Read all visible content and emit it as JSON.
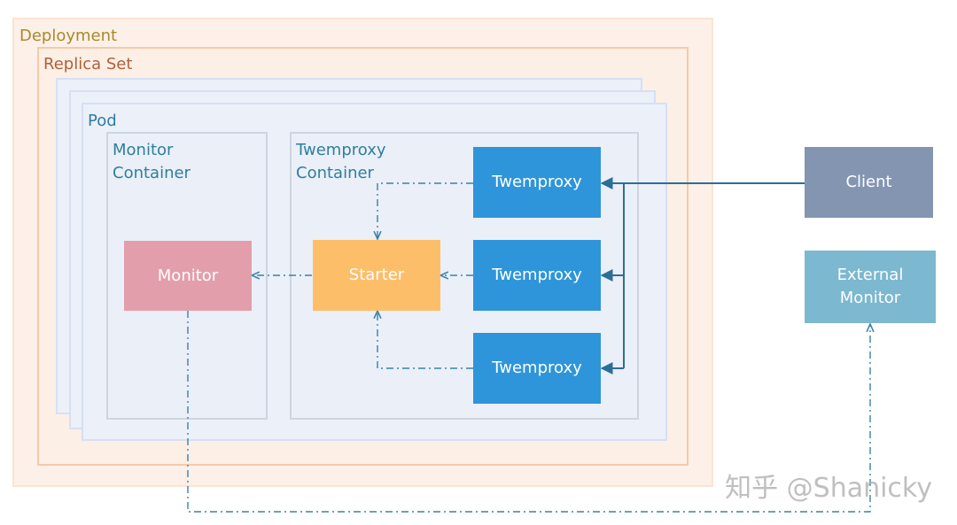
{
  "diagram": {
    "deployment": {
      "label": "Deployment"
    },
    "replica_set": {
      "label": "Replica Set"
    },
    "pod": {
      "label": "Pod"
    },
    "monitor_container": {
      "label": "Monitor\nContainer"
    },
    "twemproxy_container": {
      "label": "Twemproxy\nContainer"
    },
    "nodes": {
      "monitor": "Monitor",
      "starter": "Starter",
      "twemproxy_1": "Twemproxy",
      "twemproxy_2": "Twemproxy",
      "twemproxy_3": "Twemproxy",
      "client": "Client",
      "external_monitor": "External\nMonitor"
    },
    "watermark": "知乎 @Shanicky"
  },
  "colors": {
    "deployment_fill": "#fdf0e8",
    "deployment_border": "#fbe3d2",
    "deployment_text": "#a9892b",
    "replica_fill": "#fcefe6",
    "replica_border": "#f6c9a9",
    "replica_text": "#b0603a",
    "pod_fill": "#ecf0f9",
    "pod_border": "#d6e0f3",
    "pod_text": "#2e7ca1",
    "container_fill": "#ebeff8",
    "container_border": "#cdd5e1",
    "container_text": "#2f7f9d",
    "monitor": "#e39eab",
    "starter": "#fdbe6a",
    "twemproxy": "#2e95da",
    "client": "#8495b2",
    "external_monitor": "#7cb8cf",
    "arrow": "#2a6f97",
    "dashed": "#3a82a8"
  }
}
